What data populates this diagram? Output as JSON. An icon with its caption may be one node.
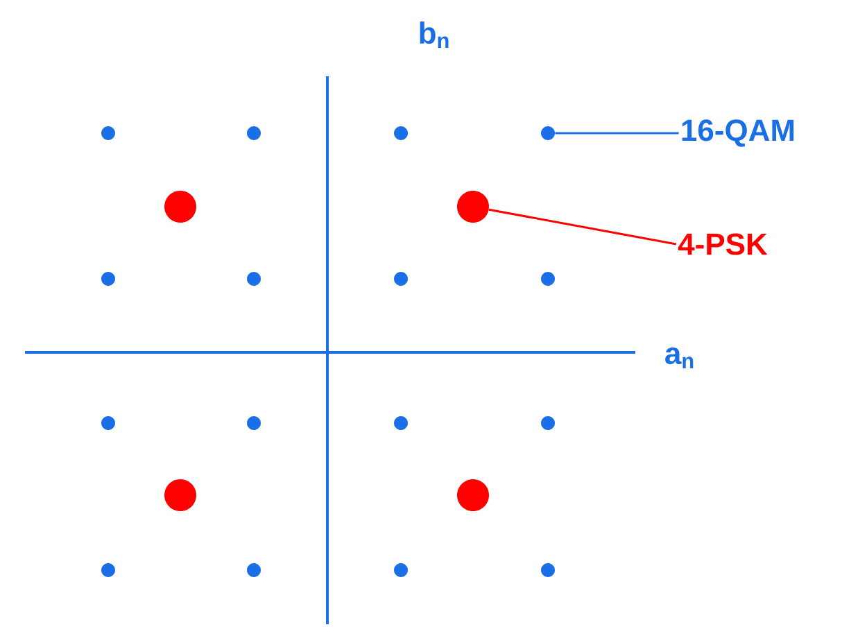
{
  "diagram": {
    "nodes": [
      {
        "text": [],
        "shape": "circle"
      },
      {
        "text": [],
        "shape": "circle"
      },
      {
        "text": [],
        "shape": "circle"
      },
      {
        "text": [],
        "shape": "circle"
      },
      {
        "text": [
          "16-QAM"
        ]
      },
      {
        "text": [],
        "shape": "circle"
      },
      {
        "text": [],
        "shape": "circle"
      },
      {
        "text": [
          "4-PSK"
        ]
      },
      {
        "text": [],
        "shape": "circle"
      },
      {
        "text": [],
        "shape": "circle"
      },
      {
        "text": [],
        "shape": "circle"
      },
      {
        "text": [],
        "shape": "circle"
      },
      {
        "text": [],
        "shape": "circle"
      },
      {
        "text": [],
        "shape": "circle"
      },
      {
        "text": [],
        "shape": "circle"
      },
      {
        "text": [],
        "shape": "circle"
      },
      {
        "text": [],
        "shape": "circle"
      },
      {
        "text": [],
        "shape": "circle"
      },
      {
        "text": [],
        "shape": "circle"
      },
      {
        "text": [],
        "shape": "circle"
      },
      {
        "text": [],
        "shape": "circle"
      },
      {
        "text": [],
        "shape": "circle"
      }
    ],
    "edges": [
      {
        "from": 4,
        "to": 3,
        "arrow": "none",
        "color": "#1a6fe6"
      },
      {
        "from": 7,
        "to": 6,
        "arrow": "none",
        "color": "#ff0000"
      }
    ],
    "labels": [
      "b$_{n}$",
      "a$_{n}$"
    ]
  }
}
